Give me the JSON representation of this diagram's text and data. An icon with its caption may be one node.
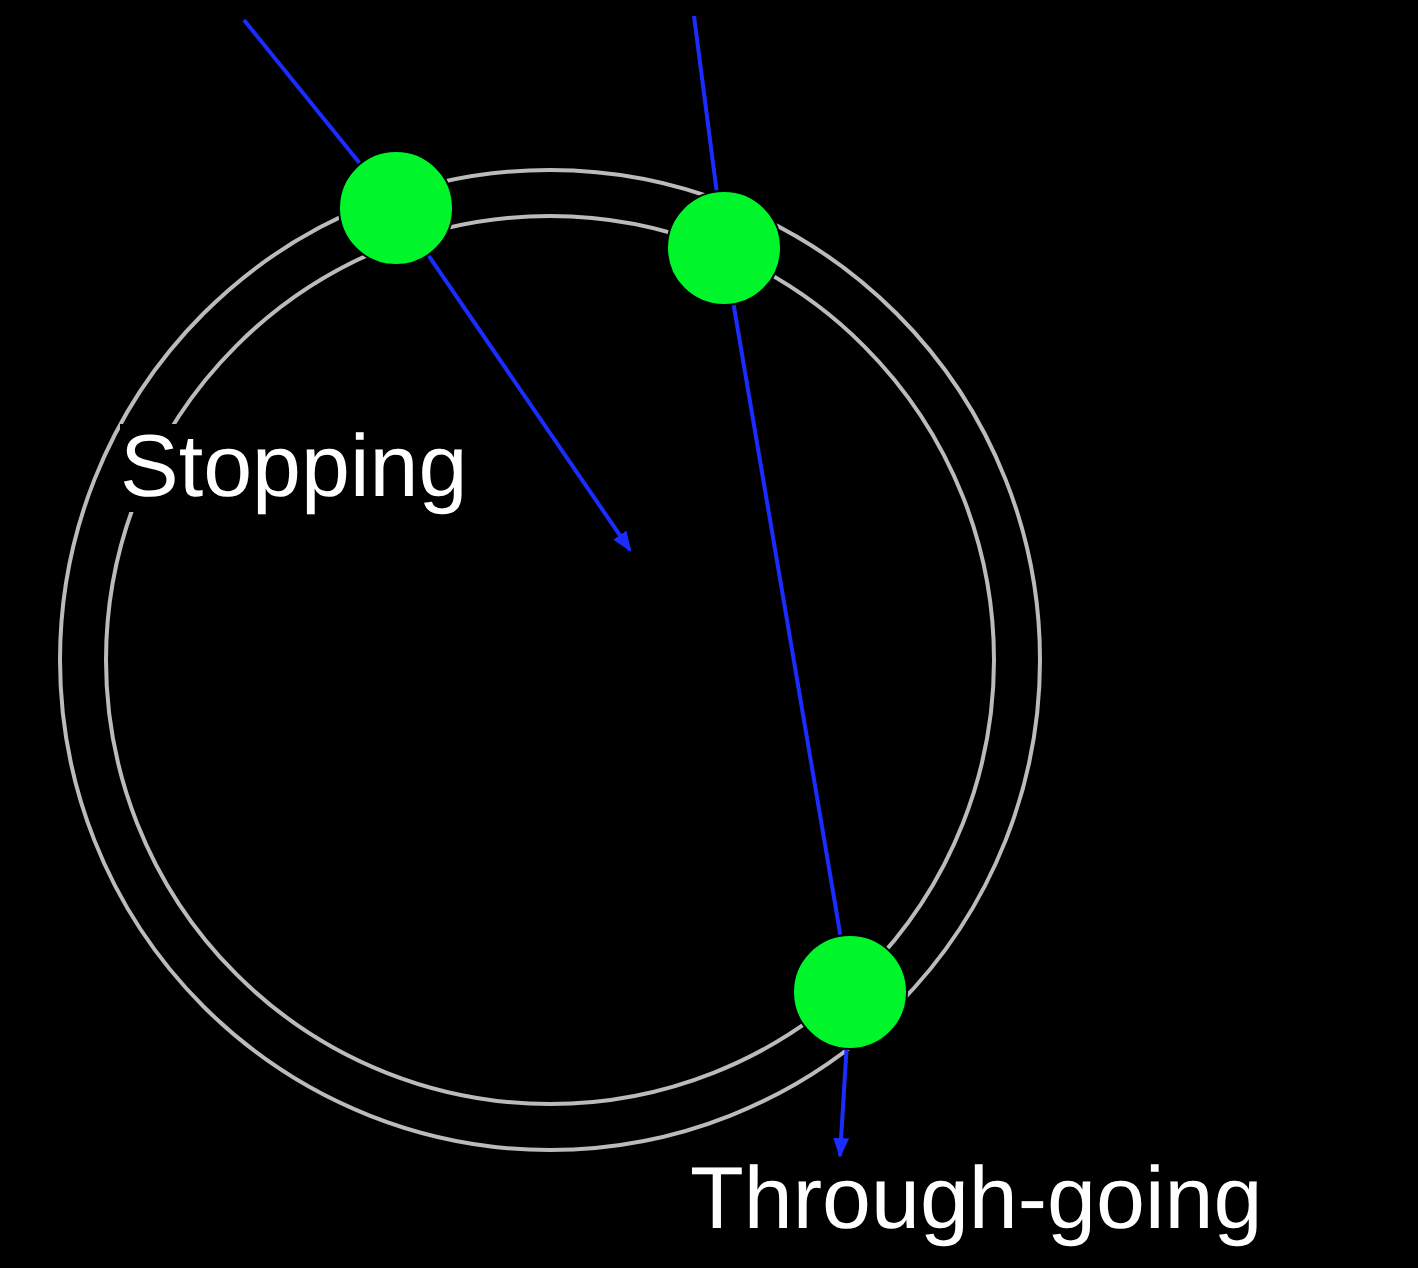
{
  "diagram": {
    "nodes": [
      {
        "text": [],
        "shape": "circle"
      },
      {
        "text": [],
        "shape": "circle"
      },
      {
        "text": [],
        "shape": "circle"
      },
      {
        "text": [
          "Through-going"
        ]
      }
    ],
    "edges": [
      {
        "from": null,
        "to": 0,
        "arrow": "none"
      },
      {
        "from": 0,
        "to": null,
        "arrow": "to"
      },
      {
        "from": null,
        "to": 1,
        "arrow": "none"
      },
      {
        "from": 1,
        "to": 2,
        "arrow": "none"
      },
      {
        "from": 2,
        "to": 3,
        "arrow": "to"
      }
    ],
    "labels": [
      "Stopping"
    ]
  }
}
